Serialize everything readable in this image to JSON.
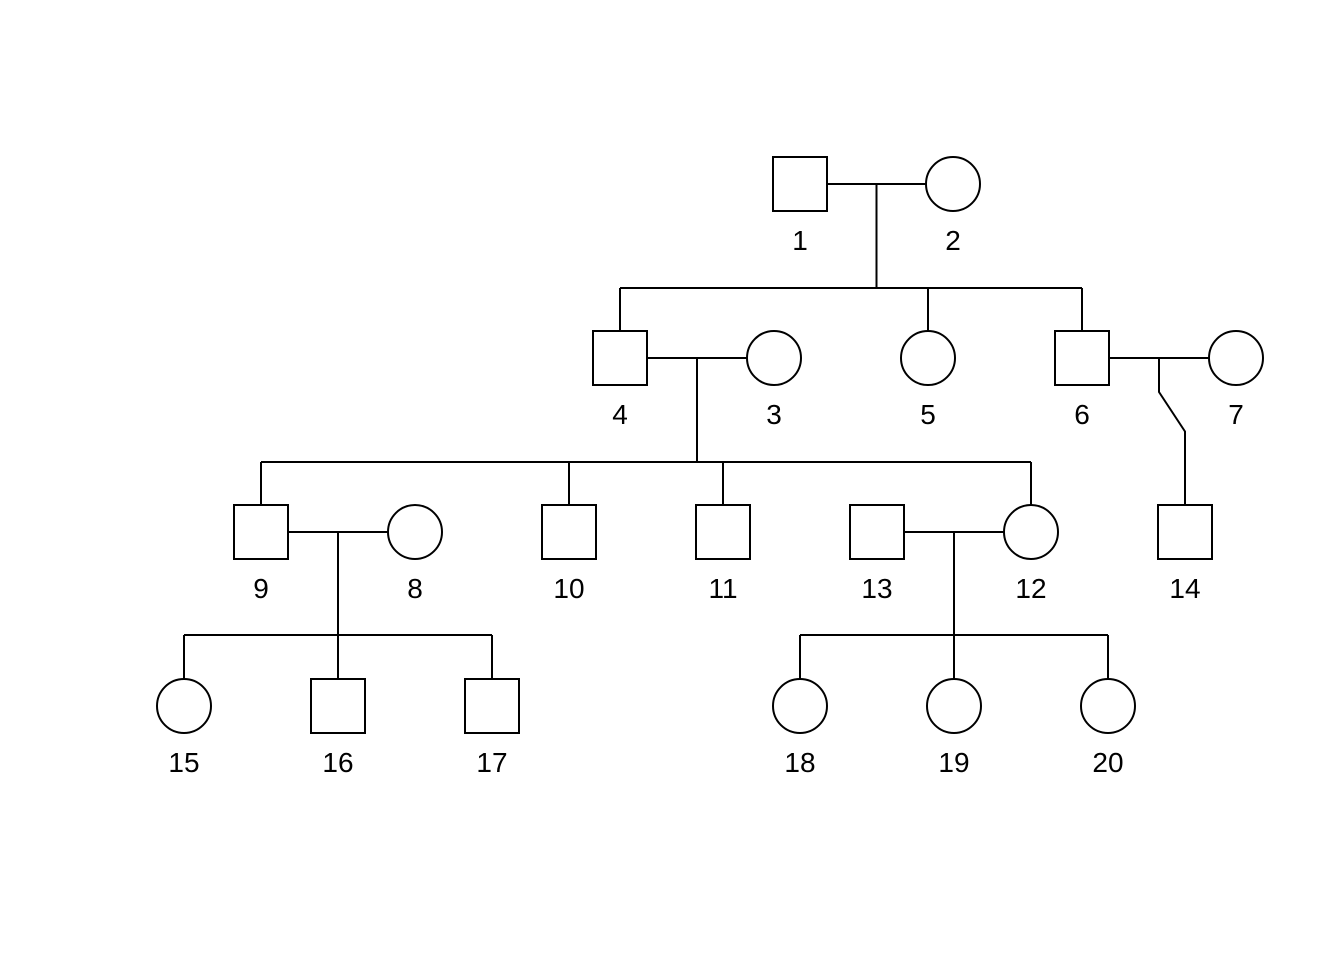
{
  "individuals": [
    {
      "id": "1",
      "sex": "male"
    },
    {
      "id": "2",
      "sex": "female"
    },
    {
      "id": "3",
      "sex": "female"
    },
    {
      "id": "4",
      "sex": "male"
    },
    {
      "id": "5",
      "sex": "female"
    },
    {
      "id": "6",
      "sex": "male"
    },
    {
      "id": "7",
      "sex": "female"
    },
    {
      "id": "8",
      "sex": "female"
    },
    {
      "id": "9",
      "sex": "male"
    },
    {
      "id": "10",
      "sex": "male"
    },
    {
      "id": "11",
      "sex": "male"
    },
    {
      "id": "12",
      "sex": "female"
    },
    {
      "id": "13",
      "sex": "male"
    },
    {
      "id": "14",
      "sex": "male"
    },
    {
      "id": "15",
      "sex": "female"
    },
    {
      "id": "16",
      "sex": "male"
    },
    {
      "id": "17",
      "sex": "male"
    },
    {
      "id": "18",
      "sex": "female"
    },
    {
      "id": "19",
      "sex": "female"
    },
    {
      "id": "20",
      "sex": "female"
    }
  ],
  "couples": [
    {
      "partners": [
        "1",
        "2"
      ],
      "children": [
        "4",
        "5",
        "6"
      ]
    },
    {
      "partners": [
        "4",
        "3"
      ],
      "children": [
        "9",
        "10",
        "11",
        "12"
      ]
    },
    {
      "partners": [
        "6",
        "7"
      ],
      "children": [
        "14"
      ]
    },
    {
      "partners": [
        "9",
        "8"
      ],
      "children": [
        "15",
        "16",
        "17"
      ]
    },
    {
      "partners": [
        "13",
        "12"
      ],
      "children": [
        "18",
        "19",
        "20"
      ]
    }
  ]
}
